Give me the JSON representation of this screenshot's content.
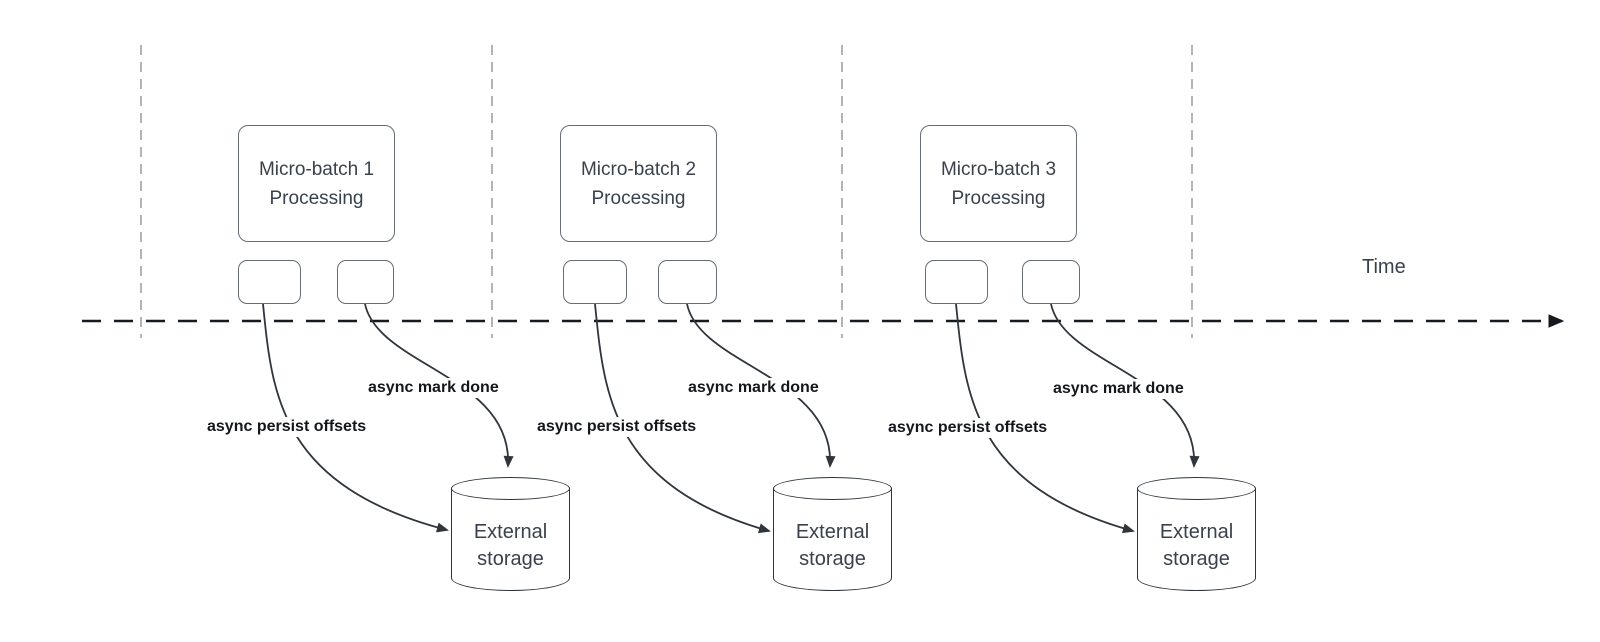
{
  "diagram": {
    "title_semantic": "micro-batch asynchronous progress tracking timeline",
    "time_axis_label": "Time",
    "sections": [
      {
        "batch_title_line1": "Micro-batch 1",
        "batch_title_line2": "Processing",
        "persist_label": "async persist offsets",
        "mark_done_label": "async mark done",
        "storage_line1": "External",
        "storage_line2": "storage"
      },
      {
        "batch_title_line1": "Micro-batch 2",
        "batch_title_line2": "Processing",
        "persist_label": "async persist offsets",
        "mark_done_label": "async mark done",
        "storage_line1": "External",
        "storage_line2": "storage"
      },
      {
        "batch_title_line1": "Micro-batch 3",
        "batch_title_line2": "Processing",
        "persist_label": "async persist offsets",
        "mark_done_label": "async mark done",
        "storage_line1": "External",
        "storage_line2": "storage"
      }
    ],
    "colors": {
      "flow_line": "#2f353b",
      "box_border": "#666c73",
      "guide_line": "#b4b4b4",
      "timeline": "#16191d",
      "box_text": "#39424c",
      "label_text": "#14181c",
      "bg": "#ffffff"
    }
  }
}
